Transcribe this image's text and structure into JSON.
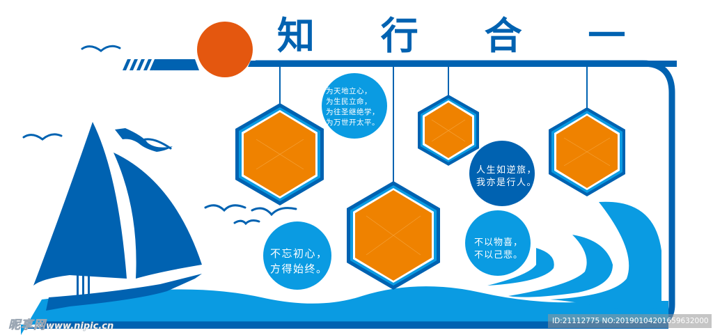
{
  "title": "知 行 合 一",
  "quotes": {
    "top_center": "为天地立心，\n为生民立命，\n为往圣继绝学，\n为万世开太平。",
    "right_dark": "人生如逆旅，\n我亦是行人。",
    "bottom_left": "不忘初心，\n方得始终。",
    "bottom_right": "不以物喜，\n不以己悲。"
  },
  "photo_frames": [
    {
      "label": "hexagon-frame-1",
      "shape": "hexagon"
    },
    {
      "label": "hexagon-frame-2",
      "shape": "hexagon"
    },
    {
      "label": "hexagon-frame-3",
      "shape": "hexagon"
    },
    {
      "label": "hexagon-frame-4",
      "shape": "hexagon"
    }
  ],
  "watermark": {
    "site_name": "昵享网",
    "site_url": "www.nipic.cn",
    "id_text": "ID:21112775 NO:20190104201659632000"
  },
  "colors": {
    "dark_blue": "#0062b1",
    "light_blue": "#0a9be2",
    "orange": "#ef8200",
    "sun_orange": "#e4570f",
    "background": "#ffffff"
  }
}
